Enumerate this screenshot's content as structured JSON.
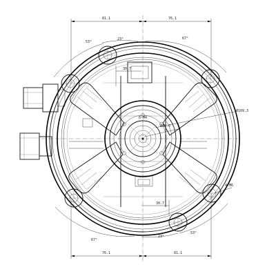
{
  "labels": {
    "top_left_span": "81.1",
    "top_right_span": "76.1",
    "bottom_left_span": "76.1",
    "bottom_right_span": "81.1",
    "angle_upper_left": "53°",
    "angle_upper_inner": "23°",
    "angle_upper_right": "67°",
    "angle_lower_left": "67°",
    "angle_lower_inner": "23°",
    "angle_lower_right": "53°",
    "small_dim_upper": "30.7",
    "small_dim_lower": "30.7",
    "bolt_callout": "4-M6",
    "diameter_callout": "Ø109.3",
    "center_callout_1": "6-M4",
    "center_callout_2": "Ø10.0"
  }
}
